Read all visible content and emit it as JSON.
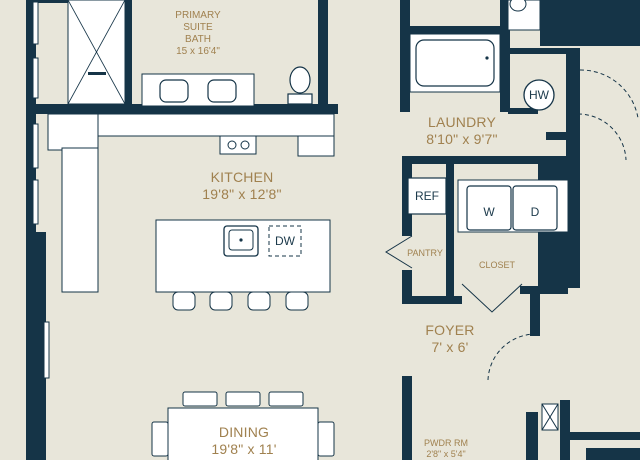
{
  "rooms": {
    "primary_bath": {
      "name_line1": "PRIMARY",
      "name_line2": "SUITE",
      "name_line3": "BATH",
      "size": "15 x 16'4\""
    },
    "laundry": {
      "name": "LAUNDRY",
      "size": "8'10\" x 9'7\""
    },
    "kitchen": {
      "name": "KITCHEN",
      "size": "19'8\" x 12'8\""
    },
    "foyer": {
      "name": "FOYER",
      "size": "7' x 6'"
    },
    "dining": {
      "name": "DINING",
      "size": "19'8\" x 11'"
    },
    "pantry": {
      "name": "PANTRY"
    },
    "closet": {
      "name": "CLOSET"
    },
    "powder_room": {
      "name": "PWDR RM",
      "size": "2'8\" x 5'4\""
    }
  },
  "fixtures": {
    "water_heater": "HW",
    "refrigerator": "REF",
    "dishwasher": "DW",
    "washer": "W",
    "dryer": "D"
  },
  "colors": {
    "background": "#e8e6da",
    "wall": "#153447",
    "label": "#a0814f",
    "fixture_fill": "#ffffff"
  }
}
